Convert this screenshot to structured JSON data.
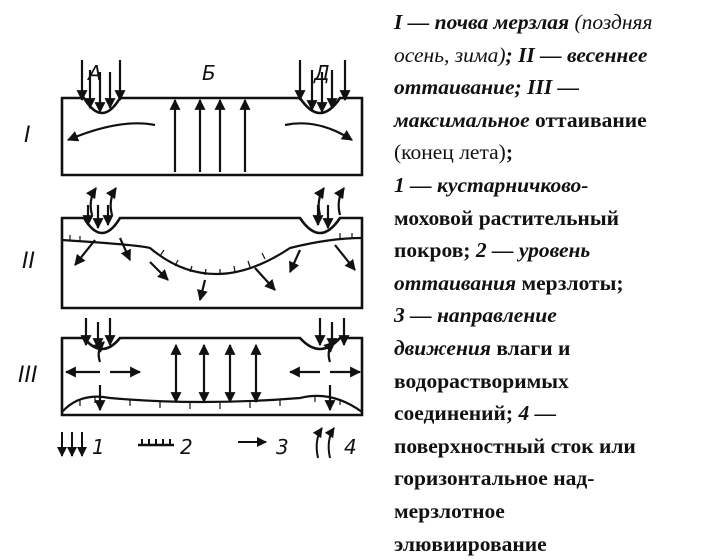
{
  "diagram": {
    "labels": {
      "a_left": "А",
      "b_center": "Б",
      "a_right": "Д"
    },
    "section_labels": [
      "I",
      "II",
      "III"
    ],
    "legend": [
      {
        "number": "1",
        "symbol": "downward-arrows"
      },
      {
        "number": "2",
        "symbol": "hatched-line"
      },
      {
        "number": "3",
        "symbol": "horizontal-arrow"
      },
      {
        "number": "4",
        "symbol": "upward-curved-arrows"
      }
    ]
  },
  "caption": {
    "lines": [
      [
        {
          "t": "I — почва мерзлая",
          "s": "bi"
        },
        {
          "t": " (поздняя",
          "s": "i"
        }
      ],
      [
        {
          "t": "осень, зима)",
          "s": "i"
        },
        {
          "t": "; II — весеннее",
          "s": "bi"
        }
      ],
      [
        {
          "t": "оттаивание; III —",
          "s": "bi"
        }
      ],
      [
        {
          "t": "максимальное",
          "s": "bi"
        },
        {
          "t": " оттаивание",
          "s": "b"
        }
      ],
      [
        {
          "t": "(конец лета)",
          "s": ""
        },
        {
          "t": ";",
          "s": "b"
        }
      ],
      [
        {
          "t": "1 — кустарничково-",
          "s": "bi"
        }
      ],
      [
        {
          "t": "моховой растительный",
          "s": "b"
        }
      ],
      [
        {
          "t": "покров; ",
          "s": "b"
        },
        {
          "t": "2 — уровень",
          "s": "bi"
        }
      ],
      [
        {
          "t": "оттаивания",
          "s": "bi"
        },
        {
          "t": " мерзлоты;",
          "s": "b"
        }
      ],
      [
        {
          "t": "3 — направление",
          "s": "bi"
        }
      ],
      [
        {
          "t": "движения",
          "s": "bi"
        },
        {
          "t": " влаги и",
          "s": "b"
        }
      ],
      [
        {
          "t": "водорастворимых",
          "s": "b"
        }
      ],
      [
        {
          "t": "соединений; ",
          "s": "b"
        },
        {
          "t": "4 —",
          "s": "bi"
        }
      ],
      [
        {
          "t": "поверхностный сток или",
          "s": "b"
        }
      ],
      [
        {
          "t": "горизонтальное над-",
          "s": "b"
        }
      ],
      [
        {
          "t": "мерзлотное",
          "s": "b"
        }
      ],
      [
        {
          "t": "элювиирование",
          "s": "b"
        }
      ]
    ]
  }
}
